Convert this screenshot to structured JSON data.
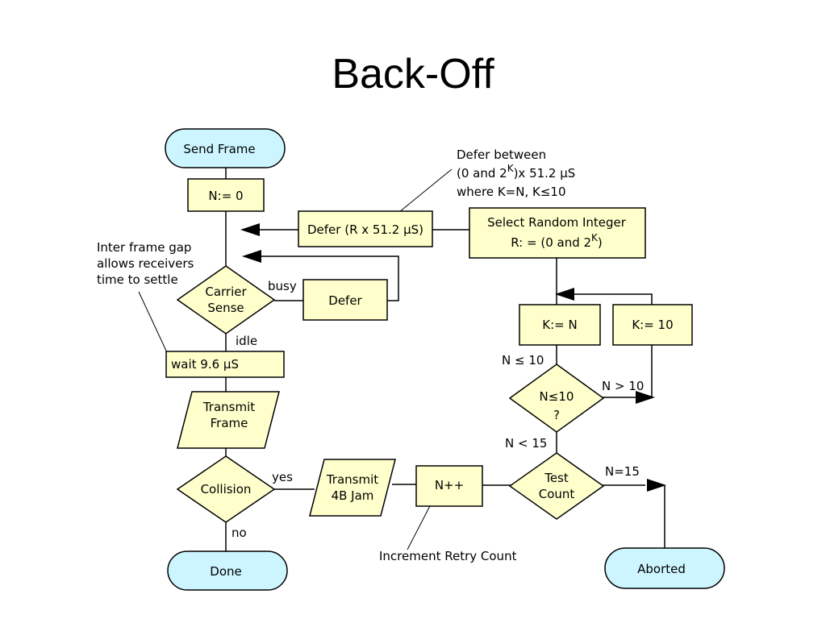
{
  "title": "Back-Off",
  "nodes": {
    "send_frame": "Send Frame",
    "n_init": "N:= 0",
    "defer_r": "Defer (R x 51.2 µS)",
    "select_random_1": "Select Random Integer",
    "select_random_2": "R: = (0 and 2",
    "select_random_sup": "K",
    "select_random_end": ")",
    "carrier_sense_1": "Carrier",
    "carrier_sense_2": "Sense",
    "defer": "Defer",
    "k_eq_n": "K:= N",
    "k_eq_10": "K:= 10",
    "wait": "wait 9.6 µS",
    "n_test_1": "N≤10",
    "n_test_2": "?",
    "transmit_frame_1": "Transmit",
    "transmit_frame_2": "Frame",
    "collision": "Collision",
    "transmit_jam_1": "Transmit",
    "transmit_jam_2": "4B Jam",
    "n_inc": "N++",
    "test_count_1": "Test",
    "test_count_2": "Count",
    "done": "Done",
    "aborted": "Aborted"
  },
  "edge_labels": {
    "busy": "busy",
    "idle": "idle",
    "yes": "yes",
    "no": "no",
    "n_le_10": "N ≤ 10",
    "n_gt_10": "N > 10",
    "n_lt_15": "N < 15",
    "n_eq_15": "N=15"
  },
  "annotations": {
    "defer_between_1": "Defer between",
    "defer_between_2a": "(0 and 2",
    "defer_between_sup": "K",
    "defer_between_2b": ")x 51.2 µS",
    "defer_between_3": "where K=N, K≤10",
    "interframe_1": "Inter frame gap",
    "interframe_2": "allows receivers",
    "interframe_3": "time to settle",
    "increment_retry": "Increment Retry Count"
  }
}
